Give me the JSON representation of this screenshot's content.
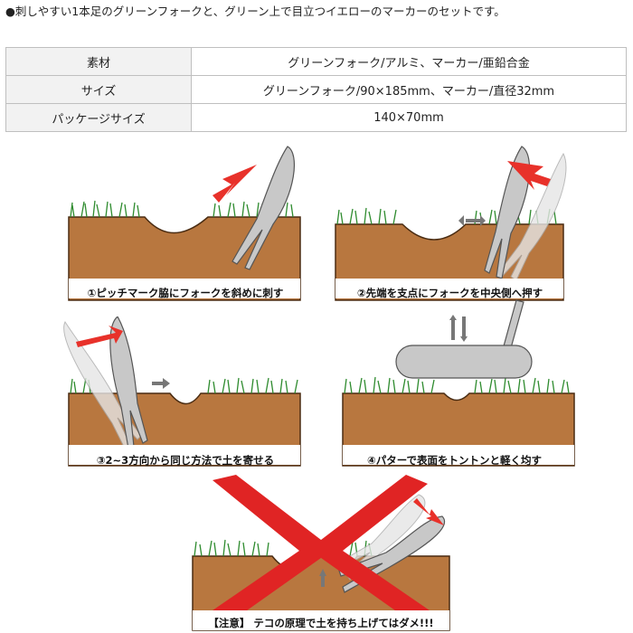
{
  "headline": "●刺しやすい1本足のグリーンフォークと、グリーン上で目立つイエローのマーカーのセットです。",
  "spec_rows": [
    {
      "label": "素材",
      "value": "グリーンフォーク/アルミ、マーカー/亜鉛合金"
    },
    {
      "label": "サイズ",
      "value": "グリーンフォーク/90×185mm、マーカー/直径32mm"
    },
    {
      "label": "パッケージサイズ",
      "value": "140×70mm"
    }
  ],
  "steps": [
    {
      "caption": "①ピッチマーク脇にフォークを斜めに刺す"
    },
    {
      "caption": "②先端を支点にフォークを中央側へ押す"
    },
    {
      "caption": "③2~3方向から同じ方法で土を寄せる"
    },
    {
      "caption": "④パターで表面をトントンと軽く均す"
    }
  ],
  "warning": {
    "caption": "【注意】 テコの原理で土を持ち上げてはダメ!!!"
  },
  "colors": {
    "soil": "#b8773f",
    "soil_edge": "#4a2c12",
    "grass": "#2e8b2e",
    "fork": "#c8c8c8",
    "arrow_red": "#e8312a",
    "cross_red": "#e02424",
    "caption_bg": "#ffffff"
  }
}
